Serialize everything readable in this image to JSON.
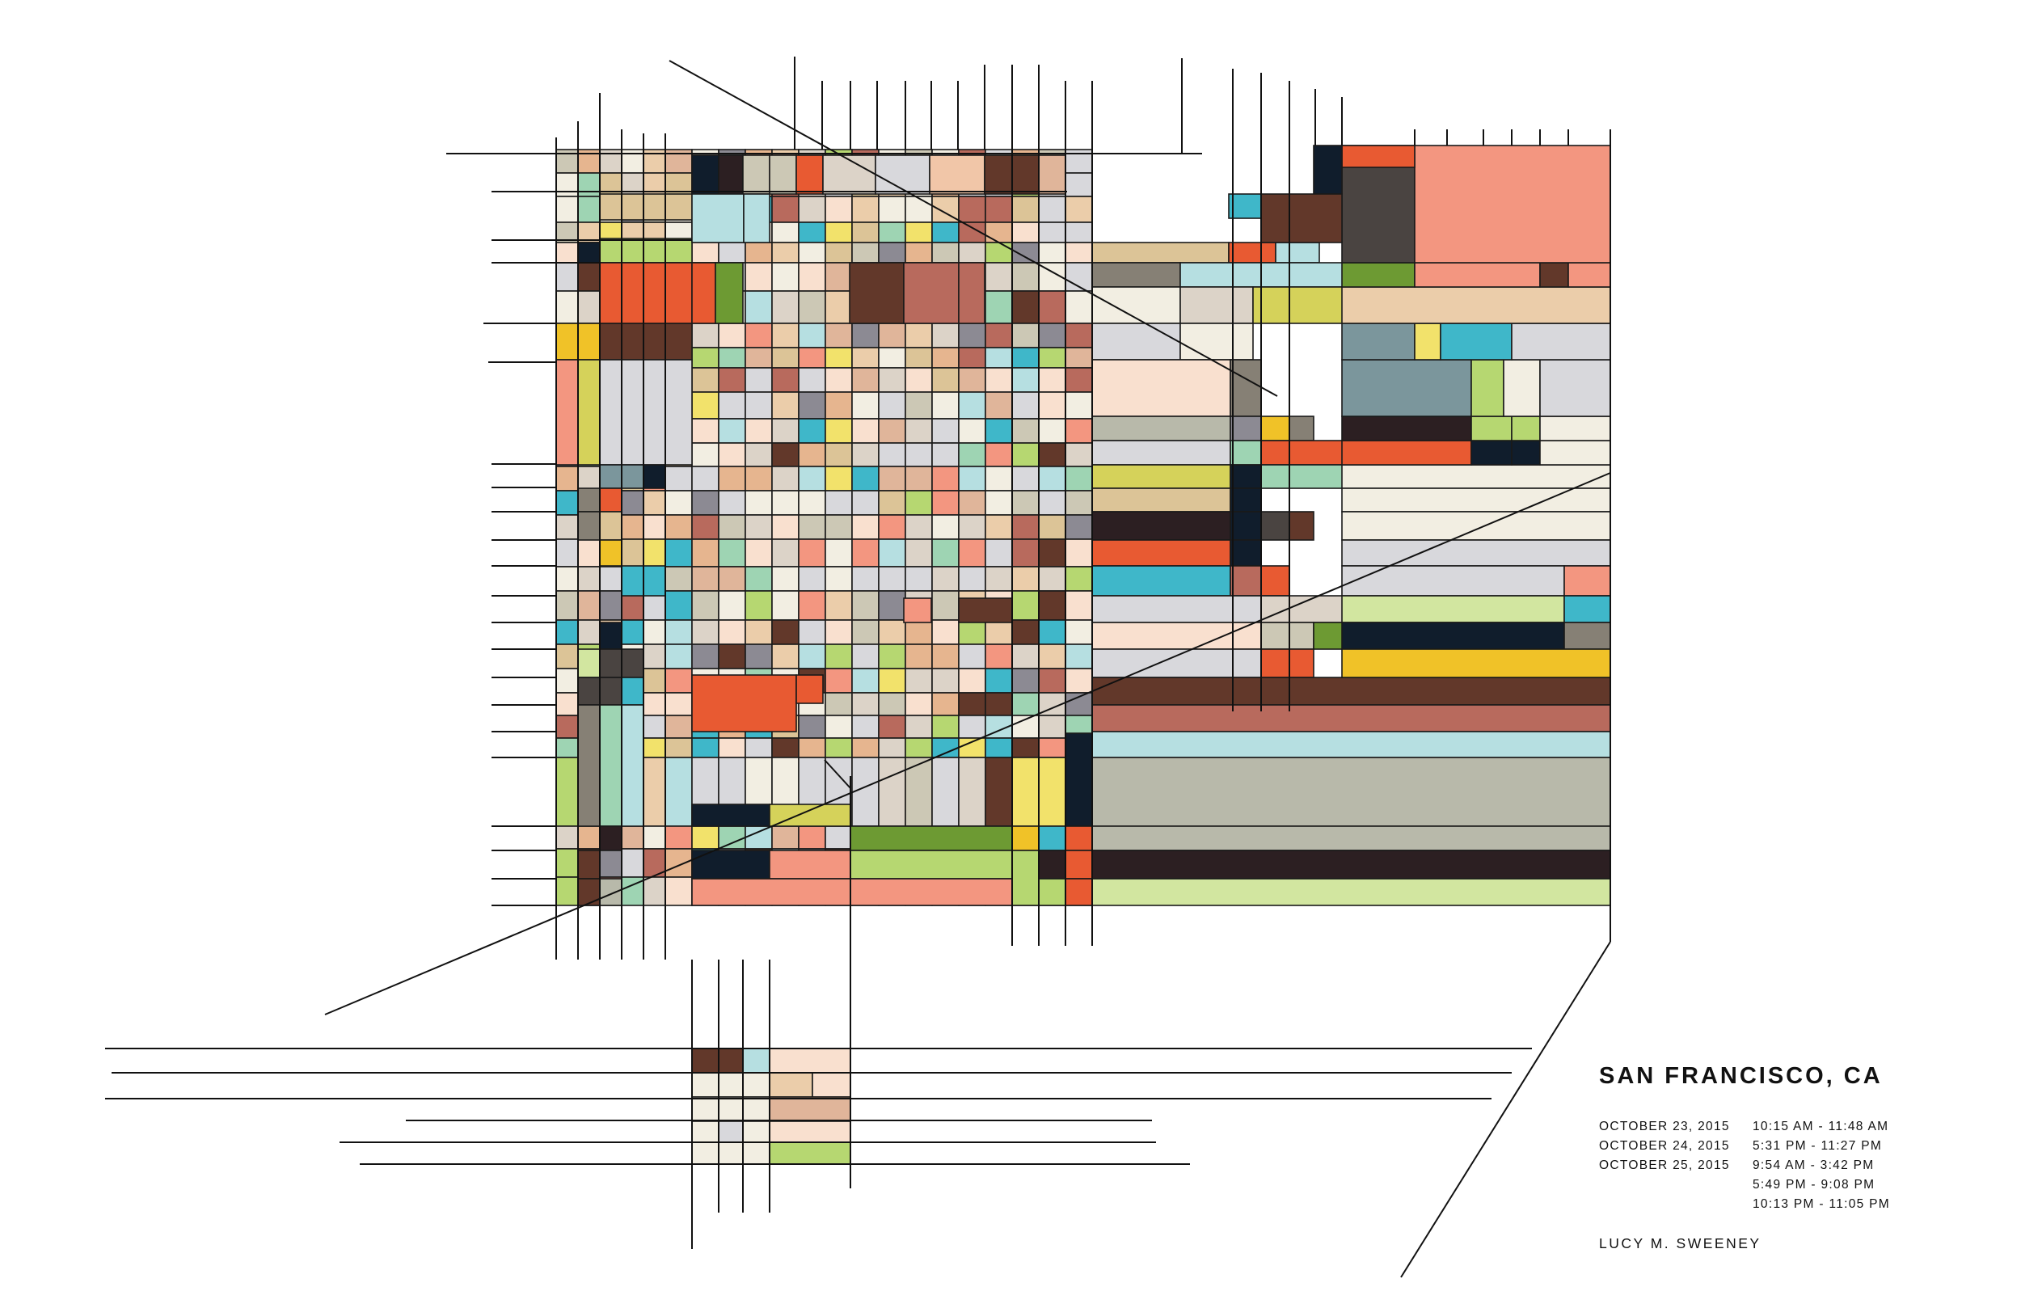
{
  "title": "SAN FRANCISCO, CA",
  "sessions": [
    {
      "date": "OCTOBER 23, 2015",
      "time": "10:15 AM - 11:48 AM"
    },
    {
      "date": "OCTOBER 24, 2015",
      "time": "5:31 PM - 11:27 PM"
    },
    {
      "date": "OCTOBER 25, 2015",
      "time": "9:54 AM - 3:42 PM"
    },
    {
      "date": "",
      "time": "5:49 PM - 9:08 PM"
    },
    {
      "date": "",
      "time": "10:13 PM - 11:05 PM"
    }
  ],
  "author": "LUCY M. SWEENEY",
  "palette": [
    "#e85a32",
    "#f39680",
    "#f9e0cf",
    "#f2eee2",
    "#dcd3c8",
    "#d8d8dc",
    "#b6dfe1",
    "#3fb7c9",
    "#b6d771",
    "#d2e6a0",
    "#6d9a33",
    "#f0c228",
    "#f2e26b",
    "#d5d25a",
    "#62382a",
    "#b86a5d",
    "#dcc497",
    "#4a4441",
    "#101d2c",
    "#2c1f22",
    "#868075",
    "#b8b9aa",
    "#7b969c",
    "#9ed4b3",
    "#e6b58f",
    "#8c8a93",
    "#f1c6a8",
    "#ebcdaa",
    "#ccc8b5",
    "#e0b59a",
    "#ffffff"
  ]
}
